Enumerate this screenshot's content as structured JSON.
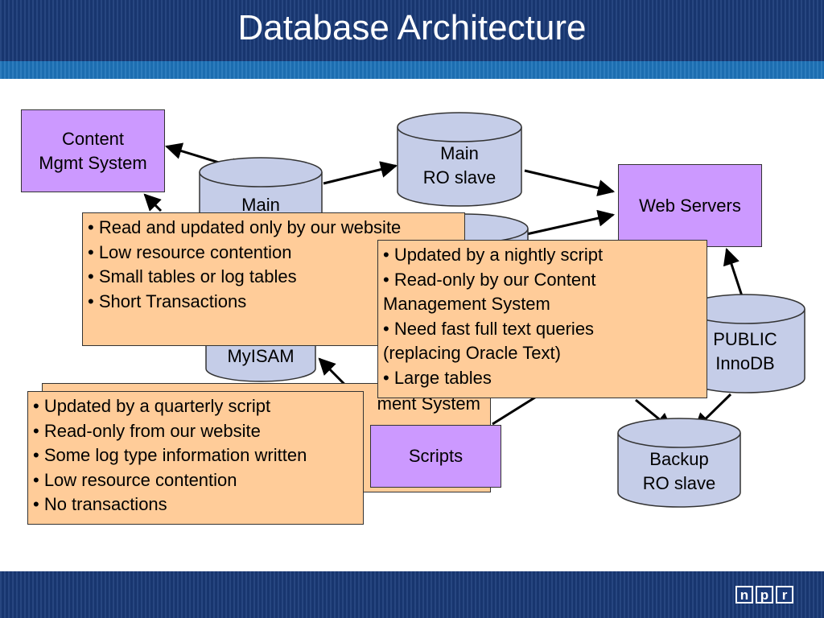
{
  "header": {
    "title": "Database Architecture"
  },
  "footer": {
    "logo_letters": [
      "n",
      "p",
      "r"
    ]
  },
  "colors": {
    "header": "#1a3a78",
    "stripe": "#1e73b9",
    "node_purple": "#cc99ff",
    "cylinder": "#c5cde8",
    "note": "#ffcc99"
  },
  "nodes": {
    "cms_line1": "Content",
    "cms_line2": "Mgmt System",
    "web_servers": "Web Servers",
    "scripts": "Scripts",
    "main_ro_line1": "Main",
    "main_ro_line2": "RO slave",
    "main_db_line1": "Main",
    "myisam": "MyISAM",
    "public_line1": "PUBLIC",
    "public_line2": "InnoDB",
    "backup_line1": "Backup",
    "backup_line2": "RO slave",
    "partial_cms": "ment System"
  },
  "notes": {
    "note1": [
      "• Read and updated only by our website",
      "• Low resource contention",
      "• Small tables or log tables",
      "• Short Transactions"
    ],
    "note2": [
      "• Updated by a nightly script",
      "• Read-only by our Content",
      "Management System",
      "• Need fast full text queries",
      "(replacing Oracle Text)",
      "• Large tables"
    ],
    "note3": [
      "• Updated by a quarterly script",
      "• Read-only from our website",
      "• Some log type information written",
      "• Low resource contention",
      "• No transactions"
    ]
  }
}
